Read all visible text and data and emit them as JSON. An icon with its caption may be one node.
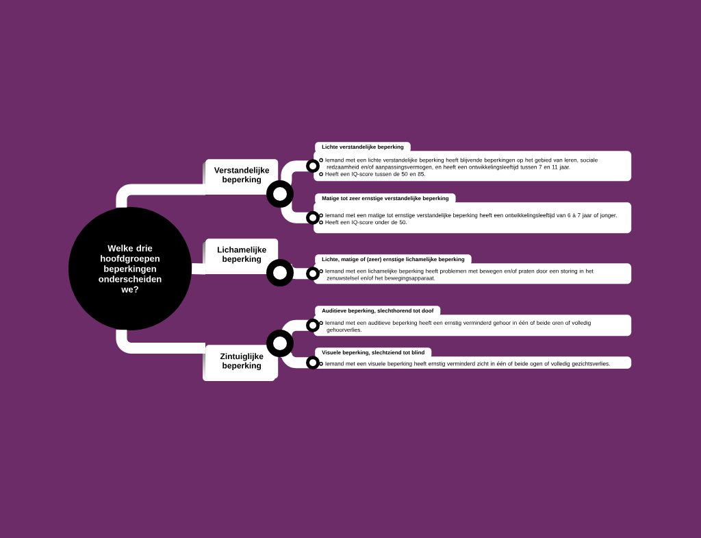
{
  "diagram": {
    "nodes": [
      {
        "text": [
          "Welke drie hoofdgroepen beperkingen onderscheiden we?"
        ]
      },
      {
        "text": [
          "Verstandelijke beperking"
        ]
      },
      {
        "text": [
          "Lichamelijke beperking"
        ]
      },
      {
        "text": [
          "Zintuiglijke beperking"
        ]
      },
      {
        "text": [
          "Lichte verstandelijke beperking",
          "Iemand met een lichte verstandelijke beperking heeft blijvende beperkingen op het gebied van leren, sociale redzaamheid en/of aanpassingsvermogen, en heeft een ontwikkelingsleeftijd tussen 7 en 11 jaar.",
          "Heeft een IQ-score tussen de 50 en 85."
        ]
      },
      {
        "text": [
          "Matige tot zeer ernstige verstandelijke beperking",
          "Iemand met een matige tot ernstige verstandelijke beperking heeft een ontwikkelingsleeftijd van 6 à 7 jaar of jonger.",
          "Heeft een IQ-score onder de 50."
        ]
      },
      {
        "text": [
          "Lichte, matige of (zeer) ernstige lichamelijke beperking",
          "Iemand met een lichamelijke beperking heeft problemen met bewegen en/of praten door een storing in het zenuwstelsel en/of het bewegingsapparaat."
        ]
      },
      {
        "text": [
          "Auditieve beperking, slechthorend tot doof",
          "Iemand met een auditieve beperking heeft een ernstig verminderd gehoor in één of beide oren of volledig gehoorverlies."
        ]
      },
      {
        "text": [
          "Visuele beperking, slechtziend tot blind",
          "Iemand met een visuele beperking heeft ernstig verminderd zicht in één of beide ogen of volledig gezichtsverlies."
        ]
      }
    ],
    "edges": [
      {
        "from": 0,
        "to": 1,
        "arrow": "none"
      },
      {
        "from": 0,
        "to": 2,
        "arrow": "none"
      },
      {
        "from": 0,
        "to": 3,
        "arrow": "none"
      },
      {
        "from": 1,
        "to": 4,
        "arrow": "other"
      },
      {
        "from": 1,
        "to": 5,
        "arrow": "other"
      },
      {
        "from": 2,
        "to": 6,
        "arrow": "other"
      },
      {
        "from": 3,
        "to": 7,
        "arrow": "other"
      },
      {
        "from": 3,
        "to": 8,
        "arrow": "other"
      }
    ]
  }
}
